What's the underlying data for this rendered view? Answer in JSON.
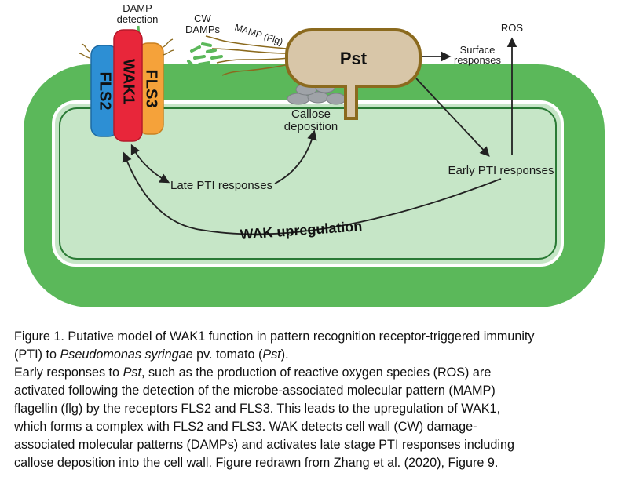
{
  "diagram": {
    "labels": {
      "damp_detection_1": "DAMP",
      "damp_detection_2": "detection",
      "cw_damps_1": "CW",
      "cw_damps_2": "DAMPs",
      "mamp_flg": "MAMP (Flg)",
      "pst": "Pst",
      "ros": "ROS",
      "surface_responses_1": "Surface",
      "surface_responses_2": "responses",
      "callose_1": "Callose",
      "callose_2": "deposition",
      "early_pti": "Early PTI responses",
      "late_pti": "Late PTI responses",
      "wak_upregulation": "WAK upregulation"
    },
    "receptors": {
      "fls2": "FLS2",
      "wak1": "WAK1",
      "fls3": "FLS3"
    },
    "colors": {
      "cell_wall": "#5bb85a",
      "cytoplasm": "#c6e6c7",
      "fls2": "#2d8fd4",
      "wak1": "#e8263a",
      "fls3": "#f5a23a",
      "pst_fill": "#d8c6a8",
      "pst_outline": "#8b6a1e",
      "callose": "#9fa3a8",
      "arrow": "#222222"
    }
  },
  "caption": {
    "l1": "Figure 1. Putative model of WAK1 function in pattern recognition receptor-triggered immunity",
    "l2_a": "(PTI) to ",
    "l2_italic": "Pseudomonas syringae",
    "l2_b": " pv. tomato (",
    "l2_italic2": "Pst",
    "l2_c": ").",
    "l3_a": "Early responses to ",
    "l3_italic": "Pst",
    "l3_b": ", such as the production of reactive oxygen species (ROS) are",
    "l4": "activated following the detection of the microbe-associated molecular pattern (MAMP)",
    "l5": "flagellin (flg) by the receptors FLS2 and FLS3. This leads to the upregulation of WAK1,",
    "l6": "which forms a complex with FLS2 and FLS3. WAK detects cell wall (CW) damage-",
    "l7": "associated molecular patterns (DAMPs) and activates late stage PTI responses including",
    "l8": "callose deposition into the cell wall. Figure redrawn from Zhang et al. (2020), Figure 9."
  }
}
